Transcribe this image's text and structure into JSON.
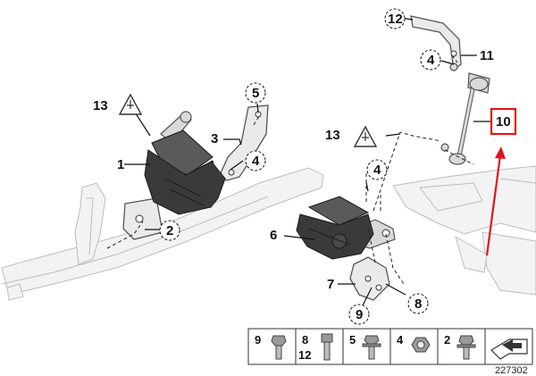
{
  "diagram": {
    "callouts": {
      "c1": "1",
      "c2": "2",
      "c3": "3",
      "c4a": "4",
      "c4b": "4",
      "c4c": "4",
      "c5": "5",
      "c6": "6",
      "c7": "7",
      "c8": "8",
      "c9": "9",
      "c10": "10",
      "c11": "11",
      "c12": "12",
      "c13a": "13",
      "c13b": "13"
    },
    "highlight_color": "#e0151b",
    "highlighted_callout": "10"
  },
  "parts_legend": {
    "cells": [
      {
        "labels": [
          "9"
        ],
        "icon": "hex-bolt-icon"
      },
      {
        "labels": [
          "8",
          "12"
        ],
        "icon": "socket-bolt-icon"
      },
      {
        "labels": [
          "5"
        ],
        "icon": "flange-bolt-icon"
      },
      {
        "labels": [
          "4"
        ],
        "icon": "hex-nut-icon"
      },
      {
        "labels": [
          "2"
        ],
        "icon": "collar-bolt-icon"
      },
      {
        "labels": [],
        "icon": "direction-arrow-icon"
      }
    ]
  },
  "diagram_id": "227302"
}
